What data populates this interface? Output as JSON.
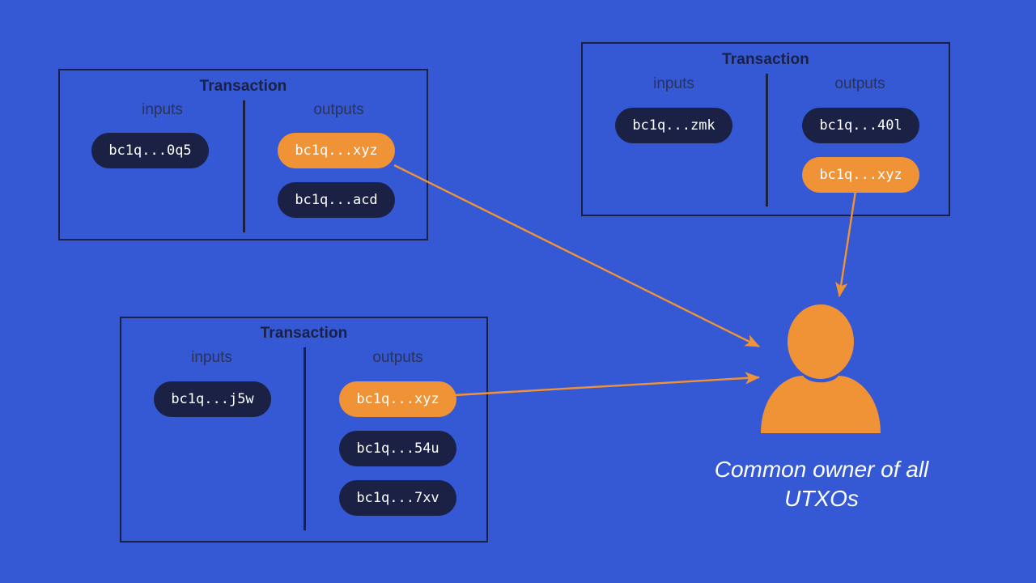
{
  "colors": {
    "background": "#3558d4",
    "ink": "#1a2144",
    "highlight": "#ef9336",
    "arrow": "#ef9336",
    "pill_text": "#ffffff",
    "caption_text": "#ffffff"
  },
  "labels": {
    "transaction": "Transaction",
    "inputs": "inputs",
    "outputs": "outputs"
  },
  "transactions": [
    {
      "id": "tx-top-left",
      "title": "Transaction",
      "inputs_label": "inputs",
      "outputs_label": "outputs",
      "inputs": [
        {
          "address": "bc1q...0q5",
          "highlighted": false
        }
      ],
      "outputs": [
        {
          "address": "bc1q...xyz",
          "highlighted": true
        },
        {
          "address": "bc1q...acd",
          "highlighted": false
        }
      ]
    },
    {
      "id": "tx-top-right",
      "title": "Transaction",
      "inputs_label": "inputs",
      "outputs_label": "outputs",
      "inputs": [
        {
          "address": "bc1q...zmk",
          "highlighted": false
        }
      ],
      "outputs": [
        {
          "address": "bc1q...40l",
          "highlighted": false
        },
        {
          "address": "bc1q...xyz",
          "highlighted": true
        }
      ]
    },
    {
      "id": "tx-bottom-left",
      "title": "Transaction",
      "inputs_label": "inputs",
      "outputs_label": "outputs",
      "inputs": [
        {
          "address": "bc1q...j5w",
          "highlighted": false
        }
      ],
      "outputs": [
        {
          "address": "bc1q...xyz",
          "highlighted": true
        },
        {
          "address": "bc1q...54u",
          "highlighted": false
        },
        {
          "address": "bc1q...7xv",
          "highlighted": false
        }
      ]
    }
  ],
  "owner": {
    "icon": "person-icon",
    "caption": "Common owner of all UTXOs"
  },
  "arrows": [
    {
      "name": "arrow-tx-top-left-to-owner"
    },
    {
      "name": "arrow-tx-top-right-to-owner"
    },
    {
      "name": "arrow-tx-bottom-left-to-owner"
    }
  ]
}
